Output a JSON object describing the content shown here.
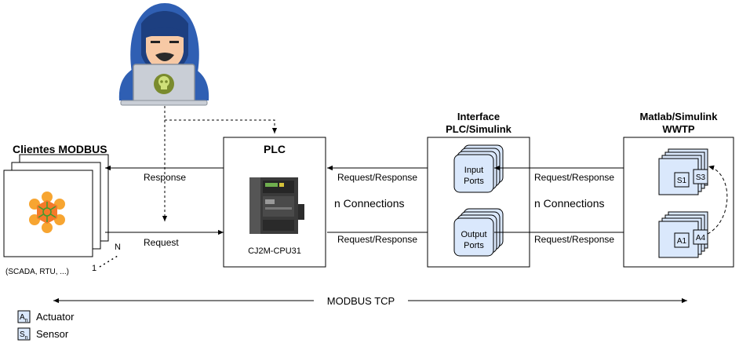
{
  "clients": {
    "title": "Clientes MODBUS",
    "subtitle": "(SCADA, RTU, ...)",
    "index_start": "1",
    "index_end": "N"
  },
  "plc": {
    "title": "PLC",
    "model": "CJ2M-CPU31"
  },
  "interface": {
    "title_line1": "Interface",
    "title_line2": "PLC/Simulink",
    "input_line1": "Input",
    "input_line2": "Ports",
    "output_line1": "Output",
    "output_line2": "Ports"
  },
  "simulink": {
    "title_line1": "Matlab/Simulink",
    "title_line2": "WWTP",
    "sensor_first": "S1",
    "sensor_last": "S3",
    "actuator_first": "A1",
    "actuator_last": "A4"
  },
  "links": {
    "response": "Response",
    "request": "Request",
    "req_resp_plc_in": "Request/Response",
    "req_resp_plc_out": "Request/Response",
    "req_resp_sim_in": "Request/Response",
    "req_resp_sim_out": "Request/Response",
    "connections_left": "n Connections",
    "connections_right": "n Connections"
  },
  "bus": {
    "label": "MODBUS TCP"
  },
  "legend": {
    "actuator_symbol": "A",
    "actuator_sub": "n",
    "actuator_label": "Actuator",
    "sensor_symbol": "S",
    "sensor_sub": "n",
    "sensor_label": "Sensor"
  },
  "colors": {
    "hood": "#2f5fb3",
    "hood_dark": "#1d3f80",
    "skin": "#f7c9a5",
    "laptop": "#c9ced6",
    "skull_bg": "#7a8b2e",
    "skull": "#cfe07a",
    "port_fill": "#dae8fc",
    "port_stroke": "#6c8ebf",
    "logo_orange": "#f47a2a",
    "logo_yellow": "#f7a531",
    "logo_green": "#3d9c2f"
  }
}
